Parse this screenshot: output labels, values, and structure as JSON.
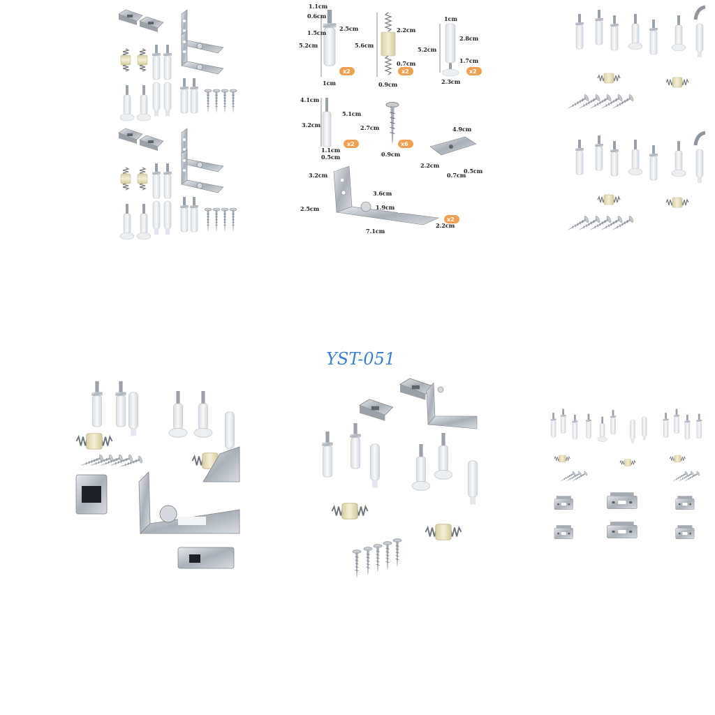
{
  "brand": {
    "code": "YST-051"
  },
  "dimension_labels": {
    "pin_a": [
      "1.1cm",
      "0.6cm",
      "1.5cm",
      "5.2cm",
      "2.5cm",
      "1cm"
    ],
    "spring_part": [
      "2.2cm",
      "5.6cm",
      "0.7cm",
      "0.9cm"
    ],
    "pivot_pin": [
      "1cm",
      "2.8cm",
      "5.2cm",
      "1.7cm",
      "2.3cm"
    ],
    "long_pin": [
      "4.1cm",
      "5.1cm",
      "3.2cm",
      "1.1cm",
      "0.5cm"
    ],
    "screw": [
      "2.7cm",
      "0.9cm"
    ],
    "small_bracket": [
      "4.9cm",
      "2.2cm",
      "0.7cm",
      "0.5cm"
    ],
    "large_bracket": [
      "3.2cm",
      "2.5cm",
      "3.6cm",
      "1.9cm",
      "7.1cm",
      "2.2cm"
    ]
  },
  "quantity_badges": {
    "pin_a": "x2",
    "spring_part": "x2",
    "pivot_pin": "x2",
    "long_pin": "x2",
    "screw": "x6",
    "large_bracket": "x2"
  },
  "colors": {
    "metal": "#b9bfc6",
    "metal_dark": "#7f868e",
    "plastic": "#eef1f4",
    "cream": "#efe6c7",
    "badge": "#f0a052",
    "brand": "#3a7fd0"
  }
}
